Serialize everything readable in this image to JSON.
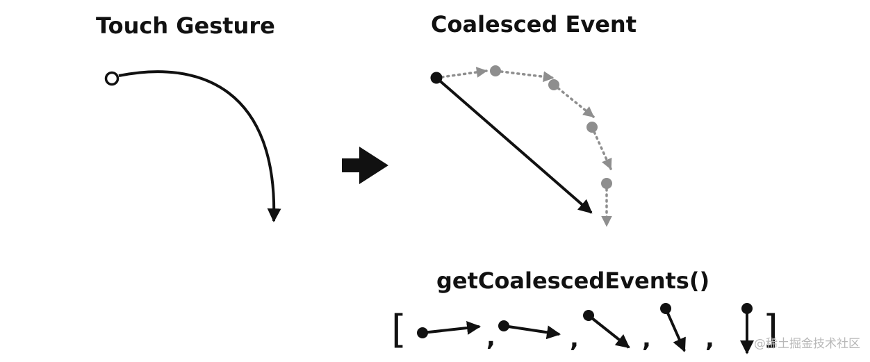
{
  "labels": {
    "touch_gesture": "Touch Gesture",
    "coalesced_event": "Coalesced Event",
    "get_coalesced_events": "getCoalescedEvents()",
    "bracket_open": "[",
    "bracket_close": "]",
    "separator": ","
  },
  "watermark": "@稀土掘金技术社区",
  "colors": {
    "ink": "#111111",
    "secondary": "#8e8e8e",
    "watermark": "#b8b8b8",
    "background": "#ffffff"
  }
}
